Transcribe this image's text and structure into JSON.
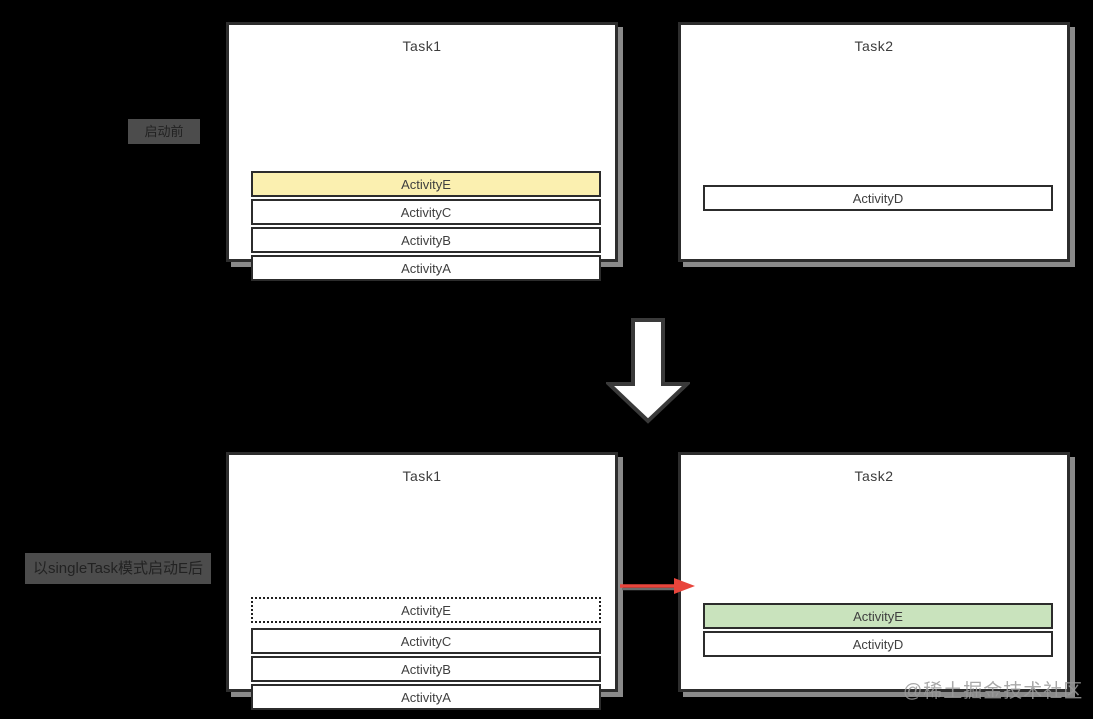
{
  "colors": {
    "background": "#000000",
    "panel_bg": "#ffffff",
    "panel_border": "#2d2d2d",
    "panel_shadow": "#8a8a8a",
    "row_border": "#2c2c2c",
    "highlight_yellow": "#fbf0b0",
    "highlight_green": "#c9e3bd",
    "red_arrow": "#e8453c",
    "caption_bg": "#4c4c4c",
    "caption_text": "#222222",
    "text": "#3f3f3f",
    "watermark_text": "#9a9a9a"
  },
  "before": {
    "caption": "启动前",
    "task1": {
      "title": "Task1",
      "rows": [
        {
          "label": "ActivityE",
          "style": "yellow"
        },
        {
          "label": "ActivityC",
          "style": "plain"
        },
        {
          "label": "ActivityB",
          "style": "plain"
        },
        {
          "label": "ActivityA",
          "style": "plain"
        }
      ]
    },
    "task2": {
      "title": "Task2",
      "rows": [
        {
          "label": "ActivityD",
          "style": "plain"
        }
      ]
    }
  },
  "after": {
    "caption": "以singleTask模式启动E后",
    "task1": {
      "title": "Task1",
      "rows": [
        {
          "label": "ActivityE",
          "style": "dotted"
        },
        {
          "label": "ActivityC",
          "style": "plain"
        },
        {
          "label": "ActivityB",
          "style": "plain"
        },
        {
          "label": "ActivityA",
          "style": "plain"
        }
      ]
    },
    "task2": {
      "title": "Task2",
      "rows": [
        {
          "label": "ActivityE",
          "style": "green"
        },
        {
          "label": "ActivityD",
          "style": "plain"
        }
      ]
    }
  },
  "icons": {
    "transition": "down-block-arrow",
    "move": "red-right-arrow"
  },
  "watermark": "@稀土掘金技术社区"
}
